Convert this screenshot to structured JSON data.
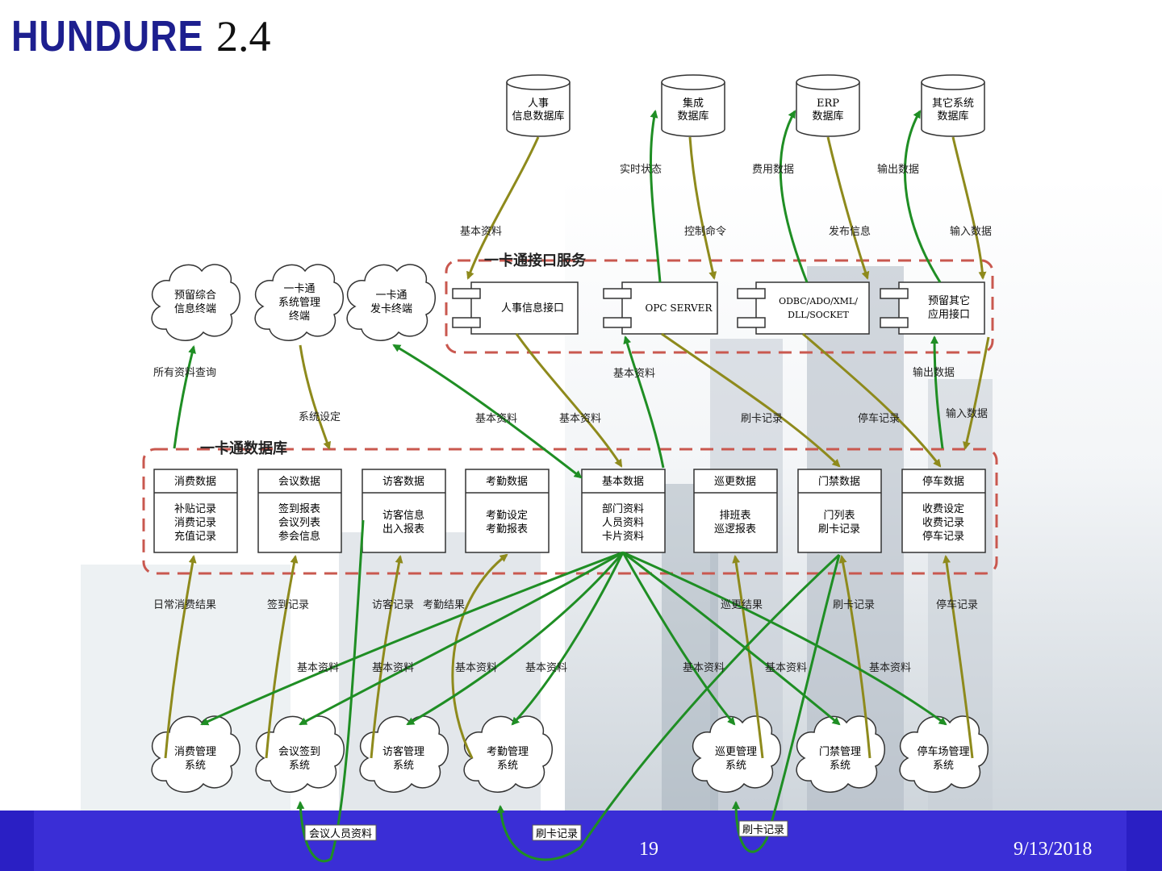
{
  "header": {
    "logo": "HUNDURE",
    "version": "2.4"
  },
  "footer": {
    "page": "19",
    "date": "9/13/2018"
  },
  "databases": [
    {
      "line1": "人事",
      "line2": "信息数据库"
    },
    {
      "line1": "集成",
      "line2": "数据库"
    },
    {
      "line1": "ERP",
      "line2": "数据库"
    },
    {
      "line1": "其它系统",
      "line2": "数据库"
    }
  ],
  "interface_group": {
    "title": "一卡通接口服务"
  },
  "interfaces": [
    {
      "line1": "人事信息接口",
      "line2": ""
    },
    {
      "line1": "OPC SERVER",
      "line2": ""
    },
    {
      "line1": "ODBC/ADO/XML/",
      "line2": "DLL/SOCKET"
    },
    {
      "line1": "预留其它",
      "line2": "应用接口"
    }
  ],
  "top_terminals": [
    {
      "line1": "预留综合",
      "line2": "信息终端"
    },
    {
      "line1": "一卡通",
      "line2": "系统管理",
      "line3": "终端"
    },
    {
      "line1": "一卡通",
      "line2": "发卡终端"
    }
  ],
  "db_group": {
    "title": "一卡通数据库"
  },
  "data_tables": [
    {
      "title": "消费数据",
      "rows": [
        "补贴记录",
        "消费记录",
        "充值记录"
      ]
    },
    {
      "title": "会议数据",
      "rows": [
        "签到报表",
        "会议列表",
        "参会信息"
      ]
    },
    {
      "title": "访客数据",
      "rows": [
        "访客信息",
        "出入报表"
      ]
    },
    {
      "title": "考勤数据",
      "rows": [
        "考勤设定",
        "考勤报表"
      ]
    },
    {
      "title": "基本数据",
      "rows": [
        "部门资料",
        "人员资料",
        "卡片资料"
      ]
    },
    {
      "title": "巡更数据",
      "rows": [
        "排班表",
        "巡逻报表"
      ]
    },
    {
      "title": "门禁数据",
      "rows": [
        "门列表",
        "刷卡记录"
      ]
    },
    {
      "title": "停车数据",
      "rows": [
        "收费设定",
        "收费记录",
        "停车记录"
      ]
    }
  ],
  "subsystems": [
    {
      "line1": "消费管理",
      "line2": "系统"
    },
    {
      "line1": "会议签到",
      "line2": "系统"
    },
    {
      "line1": "访客管理",
      "line2": "系统"
    },
    {
      "line1": "考勤管理",
      "line2": "系统"
    },
    {
      "line1": "巡更管理",
      "line2": "系统"
    },
    {
      "line1": "门禁管理",
      "line2": "系统"
    },
    {
      "line1": "停车场管理",
      "line2": "系统"
    }
  ],
  "edge_labels": {
    "realtime_status": "实时状态",
    "fee_data": "费用数据",
    "output_data_top": "输出数据",
    "basic_info_top": "基本资料",
    "control_cmd": "控制命令",
    "publish_info": "发布信息",
    "input_data_top": "输入数据",
    "all_query": "所有资料查询",
    "system_setting": "系统设定",
    "basic_info_mid1": "基本资料",
    "basic_info_mid2": "基本资料",
    "basic_info_mid3": "基本资料",
    "swipe_record_mid": "刷卡记录",
    "parking_record_mid": "停车记录",
    "output_data_mid": "输出数据",
    "input_data_mid": "输入数据",
    "daily_consume": "日常消费结果",
    "sign_record": "签到记录",
    "visitor_record": "访客记录",
    "attendance_result": "考勤结果",
    "patrol_result": "巡更结果",
    "swipe_record_low": "刷卡记录",
    "parking_record_low": "停车记录",
    "basic_b1": "基本资料",
    "basic_b2": "基本资料",
    "basic_b3": "基本资料",
    "basic_b4": "基本资料",
    "basic_b5": "基本资料",
    "basic_b6": "基本资料",
    "basic_b7": "基本资料",
    "meeting_people": "会议人员资料",
    "swipe_bottom1": "刷卡记录",
    "swipe_bottom2": "刷卡记录"
  },
  "colors": {
    "olive": "#8e8a1c",
    "green": "#1f8e24",
    "dash": "#c9584f",
    "footer": "#3a2ed6"
  }
}
